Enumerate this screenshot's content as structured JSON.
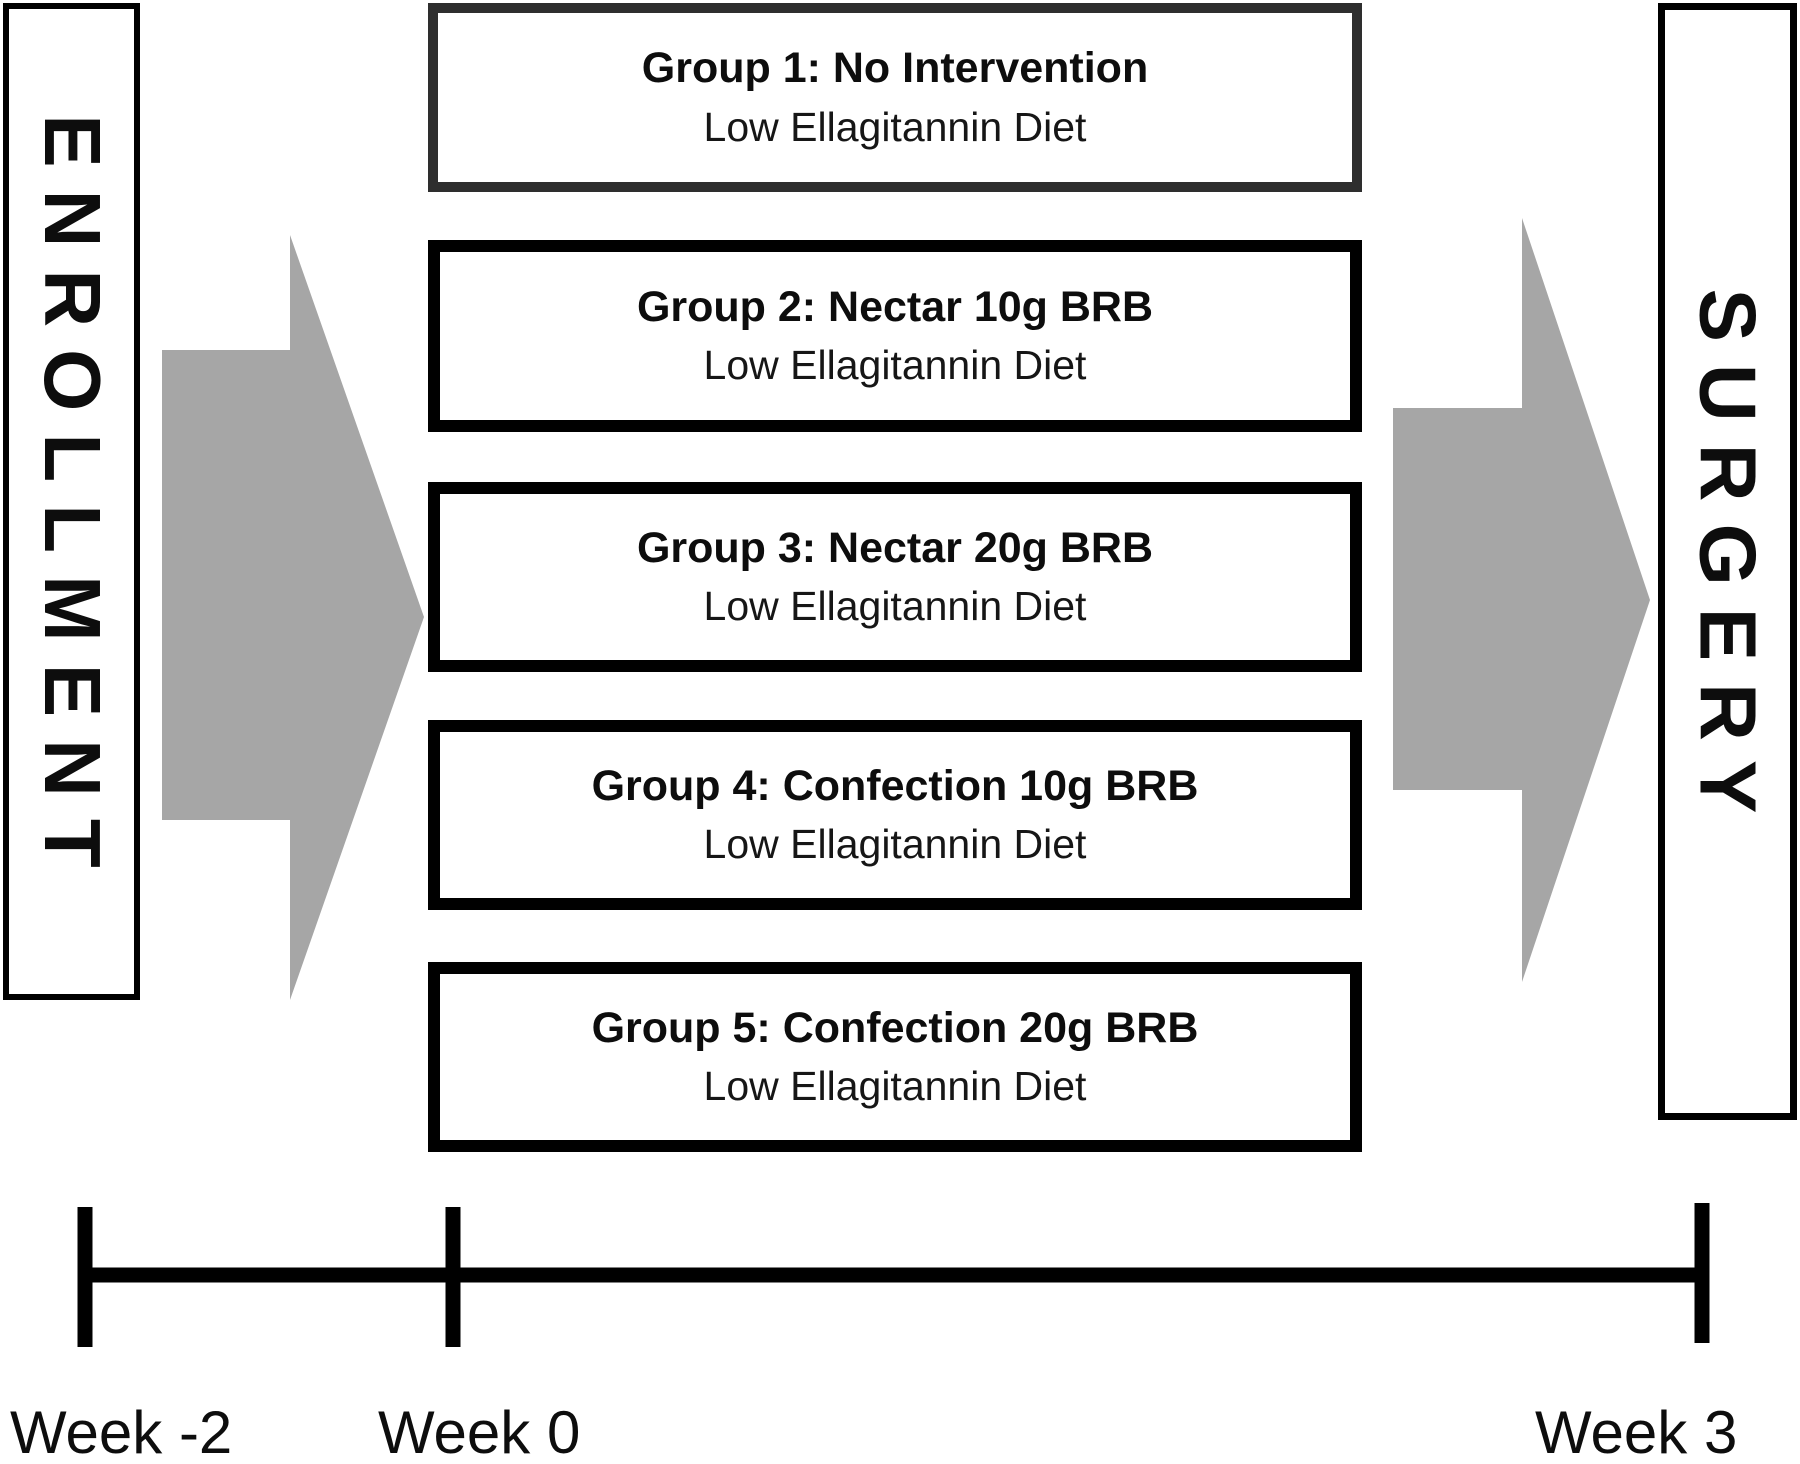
{
  "diagram": {
    "left_label": "ENROLLMENT",
    "right_label": "SURGERY",
    "groups": [
      {
        "title": "Group 1: No Intervention",
        "subtitle": "Low Ellagitannin Diet"
      },
      {
        "title": "Group 2: Nectar 10g BRB",
        "subtitle": "Low Ellagitannin Diet"
      },
      {
        "title": "Group 3: Nectar 20g BRB",
        "subtitle": "Low Ellagitannin Diet"
      },
      {
        "title": "Group 4: Confection 10g BRB",
        "subtitle": "Low Ellagitannin Diet"
      },
      {
        "title": "Group 5: Confection 20g BRB",
        "subtitle": "Low Ellagitannin Diet"
      }
    ],
    "timeline": {
      "week_labels": [
        "Week -2",
        "Week 0",
        "Week 3"
      ]
    },
    "colors": {
      "arrow_gray": "#a6a6a6",
      "line_black": "#000000",
      "background": "#ffffff"
    }
  }
}
